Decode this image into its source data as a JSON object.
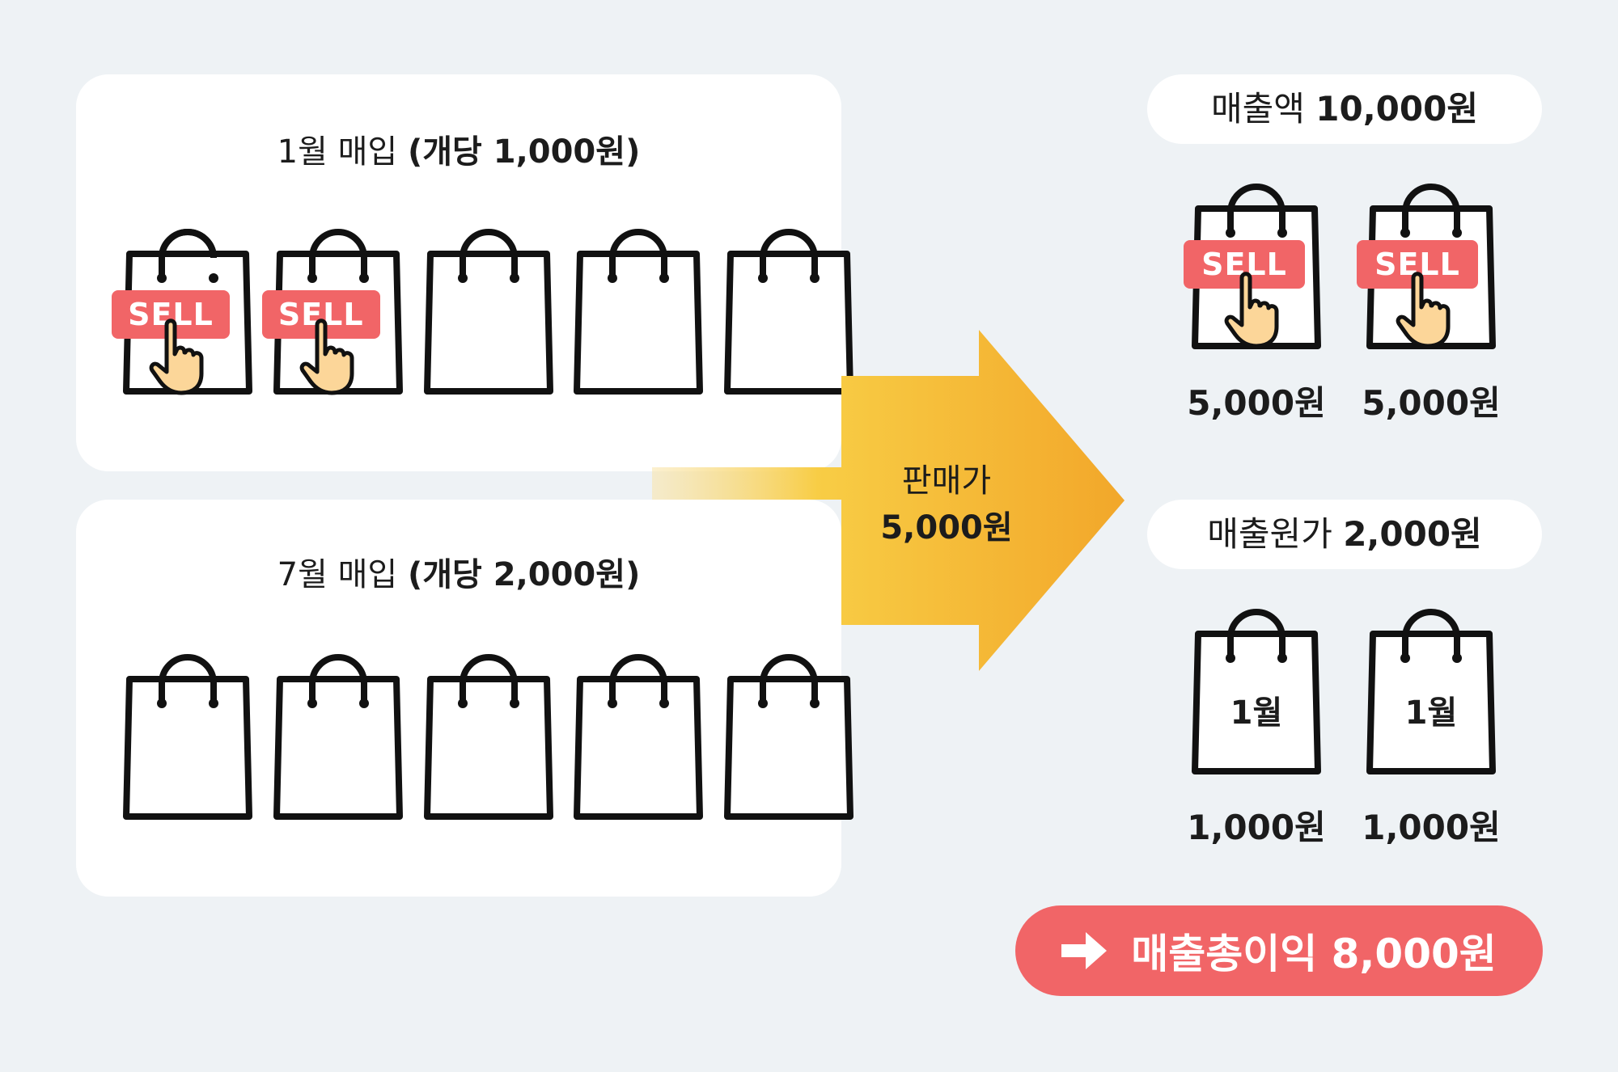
{
  "left": {
    "jan_title_a": "1월 매입",
    "jan_title_b": "(개당 1,000원)",
    "jul_title_a": "7월 매입",
    "jul_title_b": "(개당 2,000원)",
    "sell_label": "SELL"
  },
  "arrow": {
    "line1": "판매가",
    "line2": "5,000원"
  },
  "revenue": {
    "label": "매출액",
    "value": "10,000원",
    "item_price": "5,000원"
  },
  "cost": {
    "label": "매출원가",
    "value": "2,000원",
    "bag_label": "1월",
    "item_price": "1,000원"
  },
  "profit": {
    "text": "매출총이익 8,000원"
  },
  "colors": {
    "sell_red": "#f16567",
    "arrow_start": "#f9e6b0",
    "arrow_end": "#f2a72a",
    "hand": "#fcd699"
  }
}
